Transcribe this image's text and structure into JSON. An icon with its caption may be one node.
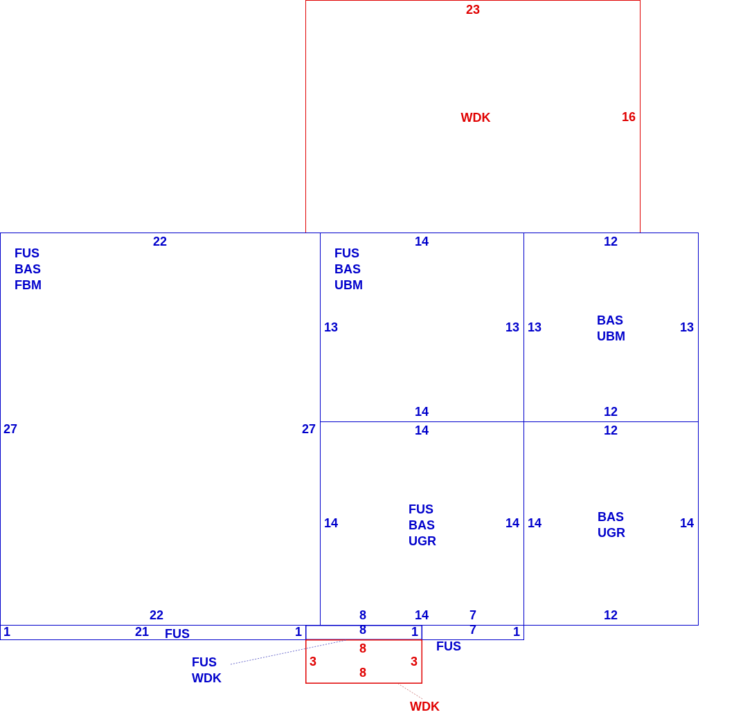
{
  "diagram": {
    "nodes": [
      {
        "text": [
          "WDK"
        ]
      },
      {
        "text": [
          "FUS BAS FBM"
        ]
      },
      {
        "text": [
          "FUS BAS UBM"
        ]
      },
      {
        "text": [
          "BAS UBM"
        ]
      },
      {
        "text": [
          "FUS BAS UGR"
        ]
      },
      {
        "text": [
          "BAS UGR"
        ]
      },
      {
        "text": [
          "FUS"
        ]
      },
      {
        "text": [],
        "shape": "box"
      },
      {
        "text": [
          "FUS WDK"
        ]
      },
      {
        "text": [
          "FUS"
        ]
      },
      {
        "text": [],
        "shape": "box"
      },
      {
        "text": [
          "WDK"
        ]
      }
    ],
    "edges": [
      {
        "from": 8,
        "to": 7,
        "arrow": "none",
        "style": "dashed",
        "color": "#6a6acc"
      },
      {
        "from": 11,
        "to": 10,
        "arrow": "none",
        "style": "dashed",
        "color": "#d08080"
      }
    ],
    "labels": [
      "23",
      "16",
      "22",
      "14",
      "12",
      "13",
      "13",
      "13",
      "13",
      "27",
      "27",
      "14",
      "12",
      "14",
      "12",
      "14",
      "14",
      "14",
      "14",
      "22",
      "8",
      "14",
      "7",
      "12",
      "1",
      "21",
      "1",
      "8",
      "1",
      "7",
      "1",
      "8",
      "3",
      "3",
      "8"
    ]
  }
}
